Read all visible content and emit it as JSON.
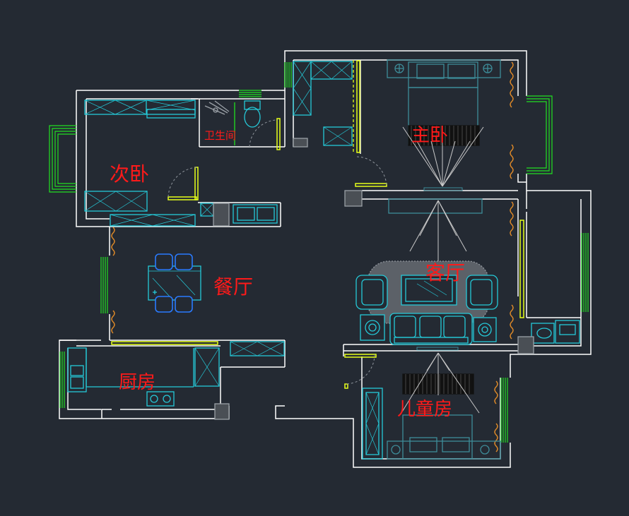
{
  "rooms": {
    "master_bedroom": "主卧",
    "second_bedroom": "次卧",
    "bathroom": "卫生间",
    "dining_room": "餐厅",
    "living_room": "客厅",
    "kitchen": "厨房",
    "kids_room": "儿童房"
  },
  "colors": {
    "background": "#242a33",
    "wall": "#ffffff",
    "furniture": "#25c9d8",
    "window": "#21e021",
    "door": "#e6ff1a",
    "curtain": "#e08a28",
    "label": "#ff1a1a",
    "fixture": "#9aa0a6"
  }
}
